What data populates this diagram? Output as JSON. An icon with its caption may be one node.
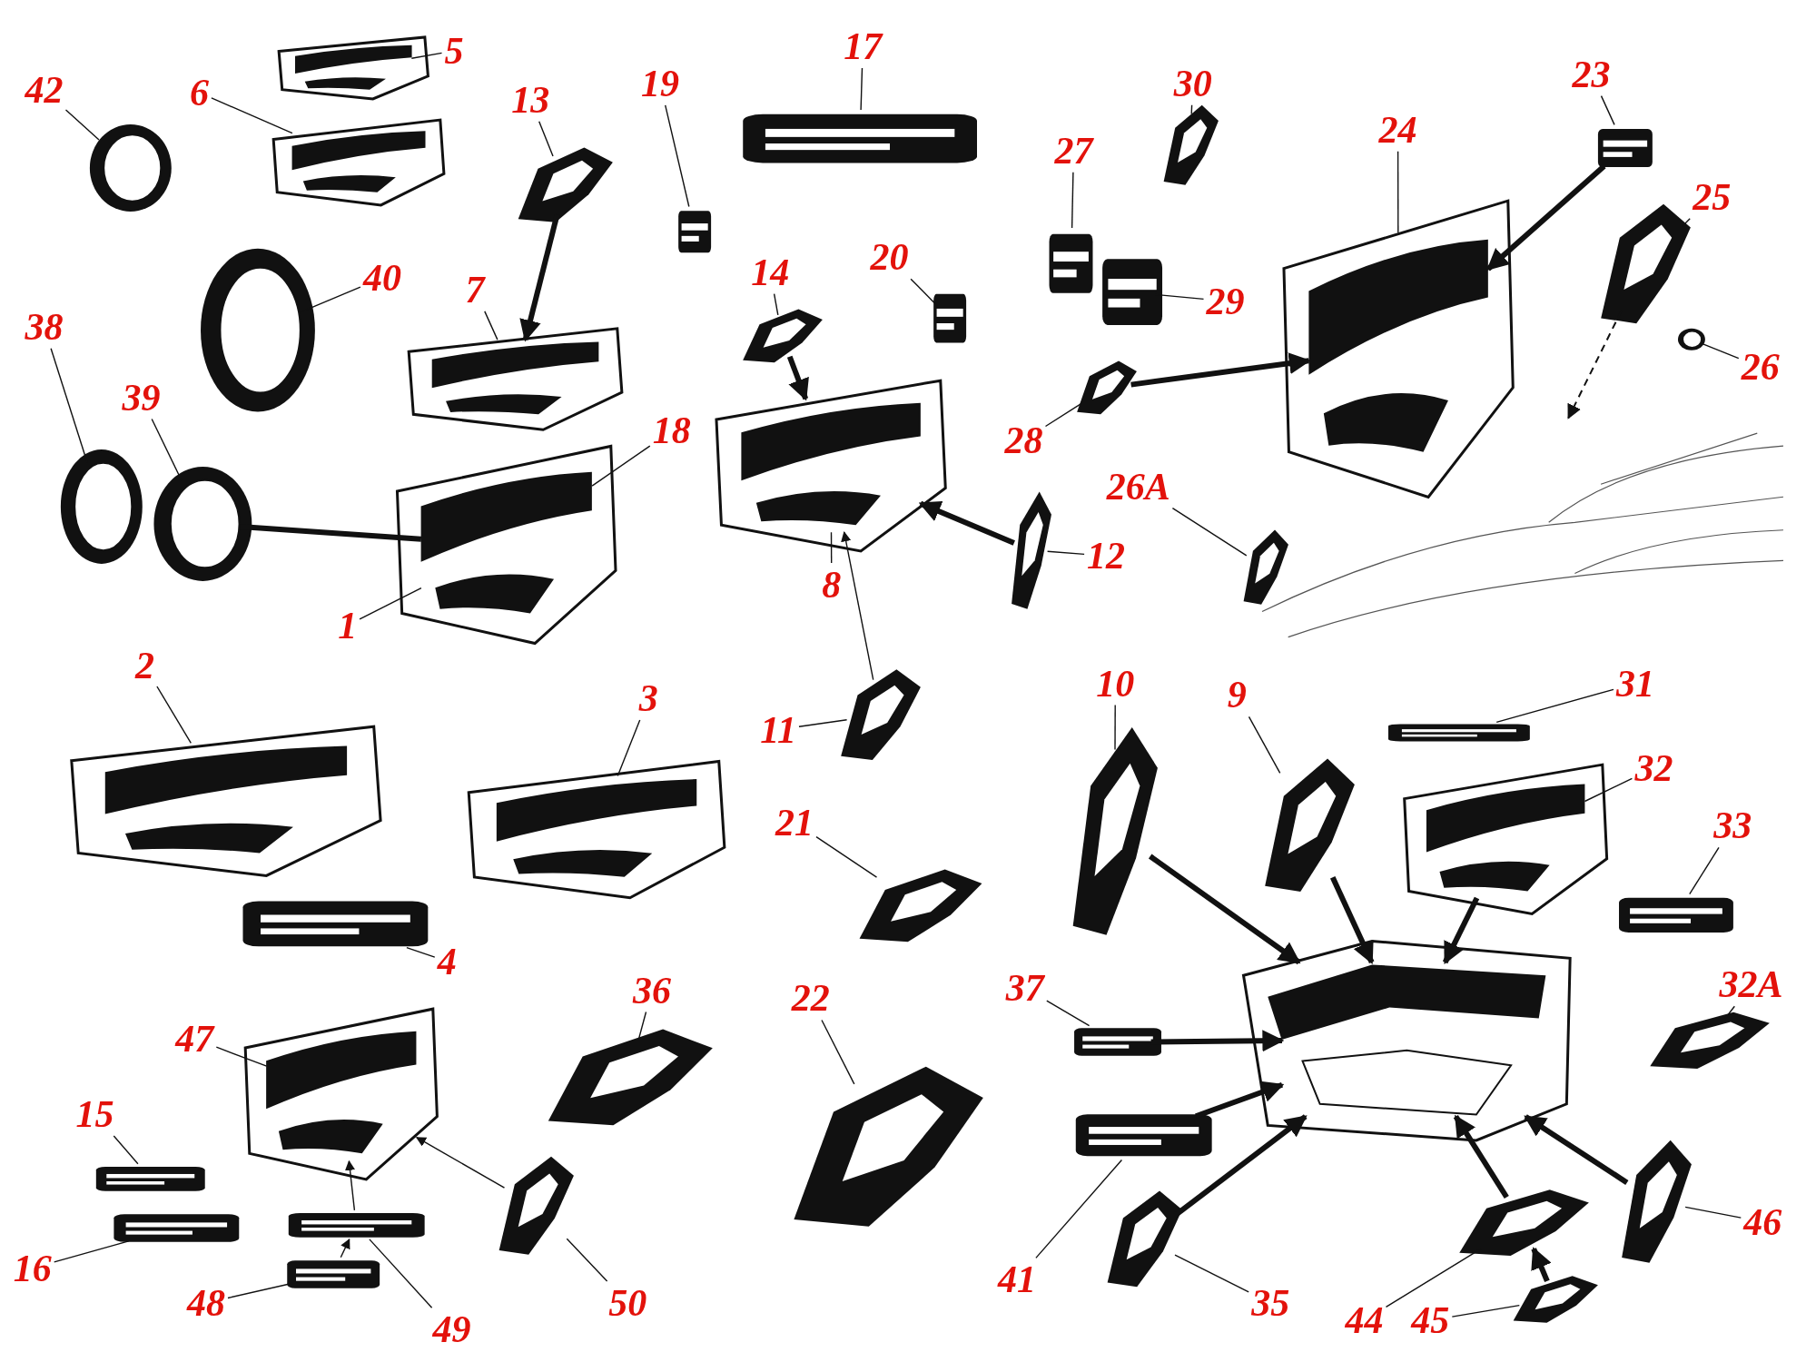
{
  "diagram": {
    "nodes": [
      {
        "text": [
          "42"
        ]
      },
      {
        "text": [],
        "shape": "picture"
      },
      {
        "text": [
          "5"
        ]
      },
      {
        "text": [],
        "shape": "picture"
      },
      {
        "text": [
          "6"
        ]
      },
      {
        "text": [],
        "shape": "picture"
      },
      {
        "text": [
          "13"
        ]
      },
      {
        "text": [],
        "shape": "picture"
      },
      {
        "text": [
          "19"
        ]
      },
      {
        "text": [],
        "shape": "picture"
      },
      {
        "text": [
          "17"
        ]
      },
      {
        "text": [],
        "shape": "picture"
      },
      {
        "text": [
          "30"
        ]
      },
      {
        "text": [],
        "shape": "picture"
      },
      {
        "text": [
          "23"
        ]
      },
      {
        "text": [],
        "shape": "picture"
      },
      {
        "text": [
          "24"
        ]
      },
      {
        "text": [],
        "shape": "picture"
      },
      {
        "text": [
          "27"
        ]
      },
      {
        "text": [],
        "shape": "picture"
      },
      {
        "text": [
          "25"
        ]
      },
      {
        "text": [],
        "shape": "picture"
      },
      {
        "text": [
          "40"
        ]
      },
      {
        "text": [],
        "shape": "picture"
      },
      {
        "text": [
          "29"
        ]
      },
      {
        "text": [],
        "shape": "picture"
      },
      {
        "text": [
          "14"
        ]
      },
      {
        "text": [],
        "shape": "picture"
      },
      {
        "text": [
          "20"
        ]
      },
      {
        "text": [],
        "shape": "picture"
      },
      {
        "text": [
          "7"
        ]
      },
      {
        "text": [],
        "shape": "picture"
      },
      {
        "text": [
          "38"
        ]
      },
      {
        "text": [],
        "shape": "picture"
      },
      {
        "text": [
          "26"
        ]
      },
      {
        "text": [],
        "shape": "picture"
      },
      {
        "text": [
          "39"
        ]
      },
      {
        "text": [],
        "shape": "picture"
      },
      {
        "text": [
          "28"
        ]
      },
      {
        "text": [],
        "shape": "picture"
      },
      {
        "text": [
          "18"
        ]
      },
      {
        "text": [
          "26A"
        ]
      },
      {
        "text": [],
        "shape": "picture"
      },
      {
        "text": [
          "12"
        ]
      },
      {
        "text": [],
        "shape": "picture"
      },
      {
        "text": [
          "8"
        ]
      },
      {
        "text": [],
        "shape": "picture"
      },
      {
        "text": [
          "1"
        ]
      },
      {
        "text": [],
        "shape": "picture"
      },
      {
        "text": [
          "2"
        ]
      },
      {
        "text": [],
        "shape": "picture"
      },
      {
        "text": [
          "3"
        ]
      },
      {
        "text": [],
        "shape": "picture"
      },
      {
        "text": [
          "11"
        ]
      },
      {
        "text": [],
        "shape": "picture"
      },
      {
        "text": [
          "10"
        ]
      },
      {
        "text": [],
        "shape": "picture"
      },
      {
        "text": [
          "9"
        ]
      },
      {
        "text": [],
        "shape": "picture"
      },
      {
        "text": [
          "31"
        ]
      },
      {
        "text": [],
        "shape": "picture"
      },
      {
        "text": [
          "32"
        ]
      },
      {
        "text": [],
        "shape": "picture"
      },
      {
        "text": [
          "21"
        ]
      },
      {
        "text": [],
        "shape": "picture"
      },
      {
        "text": [
          "33"
        ]
      },
      {
        "text": [],
        "shape": "picture"
      },
      {
        "text": [
          "4"
        ]
      },
      {
        "text": [],
        "shape": "picture"
      },
      {
        "text": [
          "32A"
        ]
      },
      {
        "text": [],
        "shape": "picture"
      },
      {
        "text": [
          "36"
        ]
      },
      {
        "text": [],
        "shape": "picture"
      },
      {
        "text": [
          "22"
        ]
      },
      {
        "text": [],
        "shape": "picture"
      },
      {
        "text": [
          "37"
        ]
      },
      {
        "text": [],
        "shape": "picture"
      },
      {
        "text": [
          "47"
        ]
      },
      {
        "text": [],
        "shape": "picture"
      },
      {
        "text": [
          "15"
        ]
      },
      {
        "text": [],
        "shape": "picture"
      },
      {
        "text": [
          "46"
        ]
      },
      {
        "text": [],
        "shape": "picture"
      },
      {
        "text": [
          "16"
        ]
      },
      {
        "text": [],
        "shape": "picture"
      },
      {
        "text": [
          "41"
        ]
      },
      {
        "text": [],
        "shape": "picture"
      },
      {
        "text": [
          "50"
        ]
      },
      {
        "text": [],
        "shape": "picture"
      },
      {
        "text": [
          "35"
        ]
      },
      {
        "text": [],
        "shape": "picture"
      },
      {
        "text": [
          "48"
        ]
      },
      {
        "text": [],
        "shape": "picture"
      },
      {
        "text": [
          "44"
        ]
      },
      {
        "text": [],
        "shape": "picture"
      },
      {
        "text": [
          "45"
        ]
      },
      {
        "text": [],
        "shape": "picture"
      },
      {
        "text": [
          "49"
        ]
      },
      {
        "text": [],
        "shape": "picture"
      },
      {
        "text": [],
        "shape": "picture"
      },
      {
        "text": [],
        "shape": "picture"
      }
    ],
    "edges": [
      {
        "from": 0,
        "to": 1,
        "arrow": "none"
      },
      {
        "from": 2,
        "to": 3,
        "arrow": "none"
      },
      {
        "from": 4,
        "to": 5,
        "arrow": "none"
      },
      {
        "from": 6,
        "to": 7,
        "arrow": "none"
      },
      {
        "from": 8,
        "to": 9,
        "arrow": "none"
      },
      {
        "from": 10,
        "to": 11,
        "arrow": "none"
      },
      {
        "from": 12,
        "to": 13,
        "arrow": "none"
      },
      {
        "from": 14,
        "to": 15,
        "arrow": "none"
      },
      {
        "from": 16,
        "to": 17,
        "arrow": "none"
      },
      {
        "from": 18,
        "to": 19,
        "arrow": "none"
      },
      {
        "from": 20,
        "to": 21,
        "arrow": "none"
      },
      {
        "from": 22,
        "to": 23,
        "arrow": "none"
      },
      {
        "from": 24,
        "to": 25,
        "arrow": "none"
      },
      {
        "from": 26,
        "to": 27,
        "arrow": "none"
      },
      {
        "from": 28,
        "to": 29,
        "arrow": "none"
      },
      {
        "from": 30,
        "to": 31,
        "arrow": "none"
      },
      {
        "from": 32,
        "to": 33,
        "arrow": "none"
      },
      {
        "from": 34,
        "to": 35,
        "arrow": "none"
      },
      {
        "from": 36,
        "to": 37,
        "arrow": "none"
      },
      {
        "from": 38,
        "to": 39,
        "arrow": "none"
      },
      {
        "from": 40,
        "to": 48,
        "arrow": "none"
      },
      {
        "from": 41,
        "to": 42,
        "arrow": "none"
      },
      {
        "from": 43,
        "to": 44,
        "arrow": "none"
      },
      {
        "from": 45,
        "to": 46,
        "arrow": "none"
      },
      {
        "from": 47,
        "to": 48,
        "arrow": "none"
      },
      {
        "from": 49,
        "to": 50,
        "arrow": "none"
      },
      {
        "from": 51,
        "to": 52,
        "arrow": "none"
      },
      {
        "from": 53,
        "to": 54,
        "arrow": "none"
      },
      {
        "from": 55,
        "to": 56,
        "arrow": "none"
      },
      {
        "from": 57,
        "to": 58,
        "arrow": "none"
      },
      {
        "from": 59,
        "to": 60,
        "arrow": "none"
      },
      {
        "from": 61,
        "to": 62,
        "arrow": "none"
      },
      {
        "from": 63,
        "to": 64,
        "arrow": "none"
      },
      {
        "from": 65,
        "to": 66,
        "arrow": "none"
      },
      {
        "from": 67,
        "to": 68,
        "arrow": "none"
      },
      {
        "from": 69,
        "to": 70,
        "arrow": "none"
      },
      {
        "from": 71,
        "to": 72,
        "arrow": "none"
      },
      {
        "from": 73,
        "to": 74,
        "arrow": "none"
      },
      {
        "from": 75,
        "to": 76,
        "arrow": "none"
      },
      {
        "from": 77,
        "to": 78,
        "arrow": "none"
      },
      {
        "from": 79,
        "to": 80,
        "arrow": "none"
      },
      {
        "from": 81,
        "to": 82,
        "arrow": "none"
      },
      {
        "from": 83,
        "to": 84,
        "arrow": "none"
      },
      {
        "from": 85,
        "to": 86,
        "arrow": "none"
      },
      {
        "from": 87,
        "to": 88,
        "arrow": "none"
      },
      {
        "from": 89,
        "to": 90,
        "arrow": "none"
      },
      {
        "from": 91,
        "to": 92,
        "arrow": "none"
      },
      {
        "from": 93,
        "to": 94,
        "arrow": "none"
      },
      {
        "from": 95,
        "to": 96,
        "arrow": "none"
      },
      {
        "from": 97,
        "to": 98,
        "arrow": "none"
      },
      {
        "from": 7,
        "to": 31,
        "arrow": "to",
        "style": "thick"
      },
      {
        "from": 27,
        "to": 46,
        "arrow": "to",
        "style": "thick"
      },
      {
        "from": 44,
        "to": 46,
        "arrow": "to",
        "style": "thick"
      },
      {
        "from": 54,
        "to": 46,
        "arrow": "to"
      },
      {
        "from": 37,
        "to": 48,
        "arrow": "none",
        "style": "thick"
      },
      {
        "from": 39,
        "to": 17,
        "arrow": "to",
        "style": "thick"
      },
      {
        "from": 15,
        "to": 17,
        "arrow": "to",
        "style": "thick"
      },
      {
        "from": 21,
        "to": 99,
        "arrow": "to",
        "style": "dashed"
      },
      {
        "from": 56,
        "to": 100,
        "arrow": "to",
        "style": "thick"
      },
      {
        "from": 58,
        "to": 100,
        "arrow": "to",
        "style": "thick"
      },
      {
        "from": 62,
        "to": 100,
        "arrow": "to",
        "style": "thick"
      },
      {
        "from": 76,
        "to": 100,
        "arrow": "to",
        "style": "thick"
      },
      {
        "from": 86,
        "to": 100,
        "arrow": "to",
        "style": "thick"
      },
      {
        "from": 90,
        "to": 100,
        "arrow": "to",
        "style": "thick"
      },
      {
        "from": 94,
        "to": 100,
        "arrow": "to",
        "style": "thick"
      },
      {
        "from": 82,
        "to": 100,
        "arrow": "to",
        "style": "thick"
      },
      {
        "from": 96,
        "to": 94,
        "arrow": "to",
        "style": "thick"
      },
      {
        "from": 88,
        "to": 78,
        "arrow": "to"
      },
      {
        "from": 98,
        "to": 78,
        "arrow": "to"
      },
      {
        "from": 92,
        "to": 98,
        "arrow": "to"
      }
    ]
  }
}
